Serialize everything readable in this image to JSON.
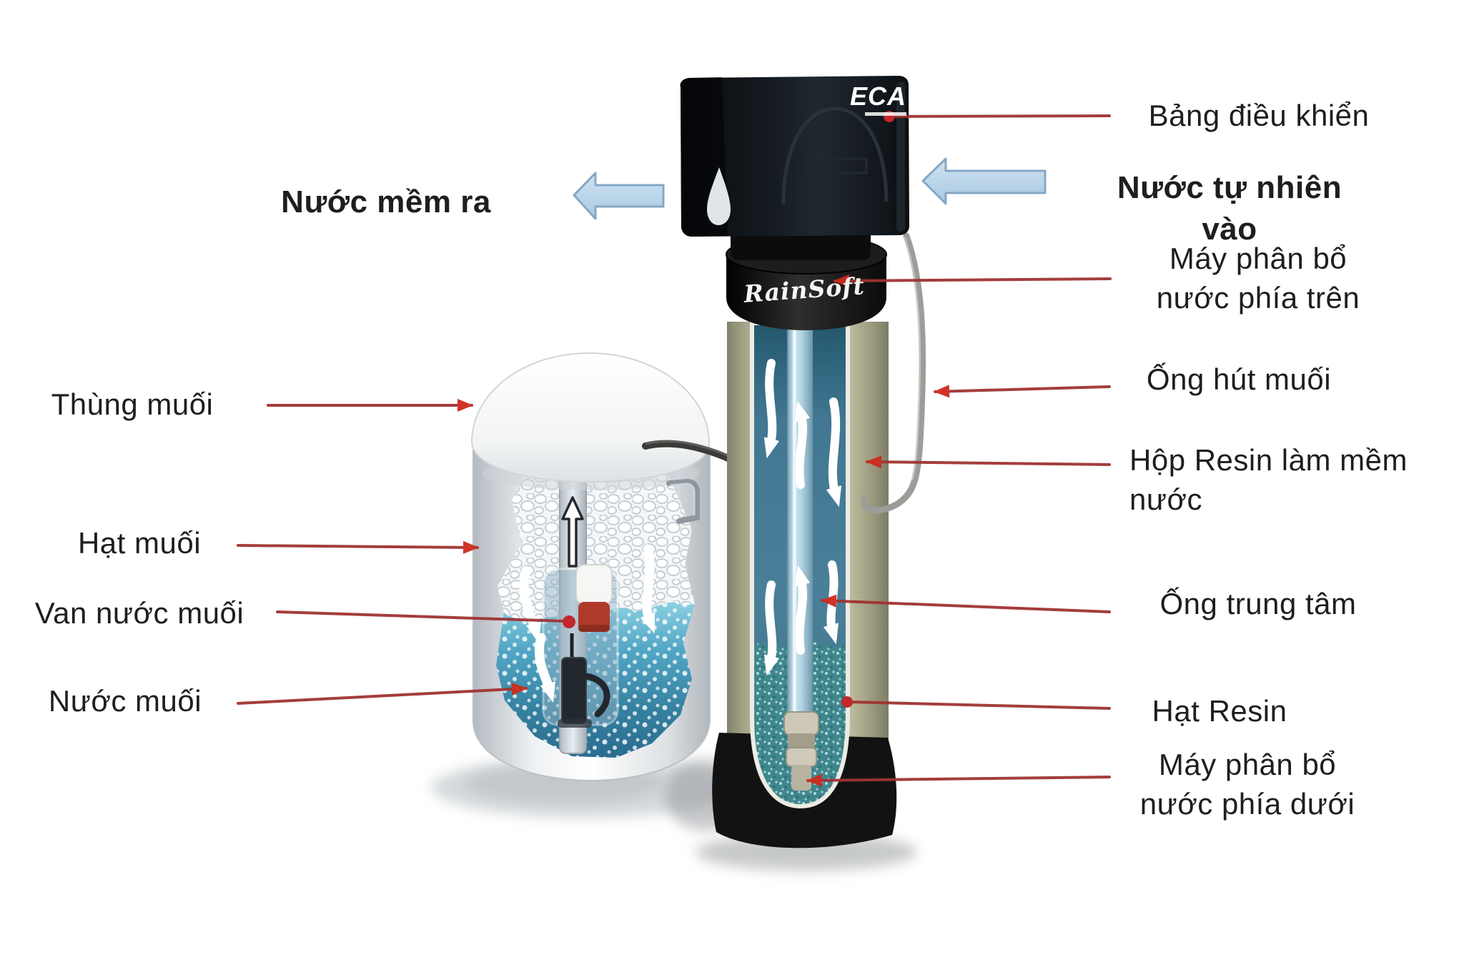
{
  "diagram": {
    "subject": "water-softener-cutaway-diagram"
  },
  "labels": {
    "left": [
      {
        "id": "thung-muoi",
        "text": "Thùng muối"
      },
      {
        "id": "hat-muoi",
        "text": "Hạt muối"
      },
      {
        "id": "van-nuoc-muoi",
        "text": "Van nước muối"
      },
      {
        "id": "nuoc-muoi",
        "text": "Nước muối"
      }
    ],
    "right": [
      {
        "id": "bang-dieu-khien",
        "text": "Bảng điều khiển"
      },
      {
        "id": "may-phan-bo-tren",
        "text": "Máy phân bổ\nnước phía trên"
      },
      {
        "id": "ong-hut-muoi",
        "text": "Ống hút muối"
      },
      {
        "id": "hop-resin",
        "text": "Hộp Resin làm mềm\nnước"
      },
      {
        "id": "ong-trung-tam",
        "text": "Ống trung tâm"
      },
      {
        "id": "hat-resin",
        "text": "Hạt Resin"
      },
      {
        "id": "may-phan-bo-duoi",
        "text": "Máy phân bổ\nnước phía dưới"
      }
    ]
  },
  "flow_arrows": {
    "soft_water_out": "Nước mềm ra",
    "natural_water_in": "Nước tự nhiên vào"
  },
  "branding": {
    "control_head_logo": "ECA",
    "tank_logo": "RainSoft"
  },
  "colors": {
    "leader_line": "#a03332",
    "arrowhead": "#cf2a1e",
    "flow_arrow_fill": "#b7d4ea",
    "flow_arrow_border": "#85a8c6",
    "tank_body_beige": "#d2d0b0",
    "window_water_blue": "#4a7f99",
    "resin_teal": "#3f868d",
    "brine_cyan": "#53a7c6",
    "label_text": "#1e1e1e"
  }
}
